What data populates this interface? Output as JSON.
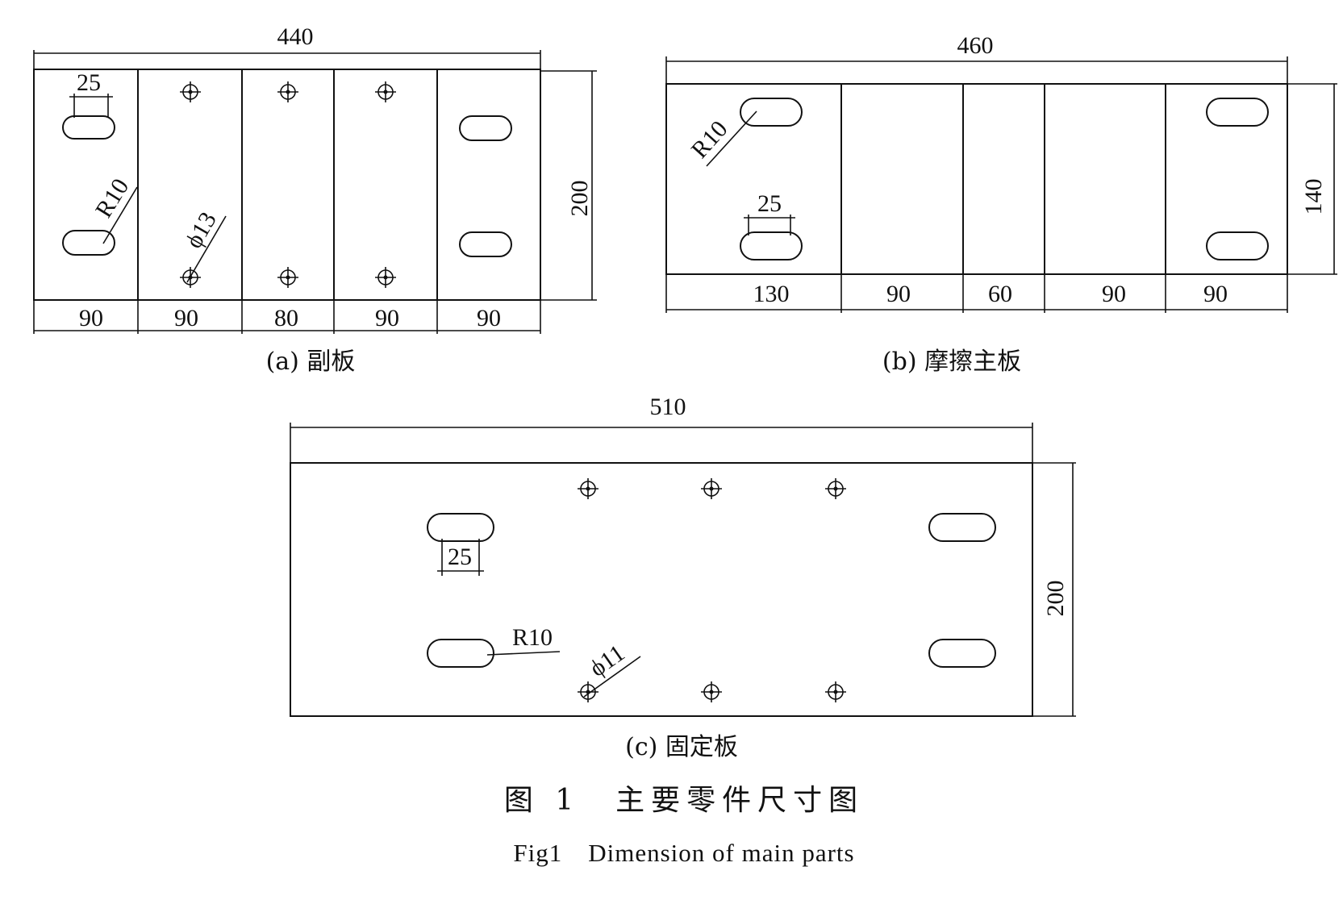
{
  "parts": {
    "a": {
      "caption": "(a) 副板",
      "overall_width": "440",
      "height": "200",
      "segments": [
        "90",
        "90",
        "80",
        "90",
        "90"
      ],
      "slot_width": "25",
      "slot_radius": "R10",
      "hole_diameter": "ϕ13"
    },
    "b": {
      "caption": "(b) 摩擦主板",
      "overall_width": "460",
      "height": "140",
      "segments": [
        "130",
        "90",
        "60",
        "90",
        "90"
      ],
      "slot_width": "25",
      "slot_radius": "R10"
    },
    "c": {
      "caption": "(c) 固定板",
      "overall_width": "510",
      "height": "200",
      "slot_width": "25",
      "slot_radius": "R10",
      "hole_diameter": "ϕ11"
    }
  },
  "figure": {
    "title_cn": "图 1　主要零件尺寸图",
    "title_en": "Fig1　Dimension of main parts"
  }
}
